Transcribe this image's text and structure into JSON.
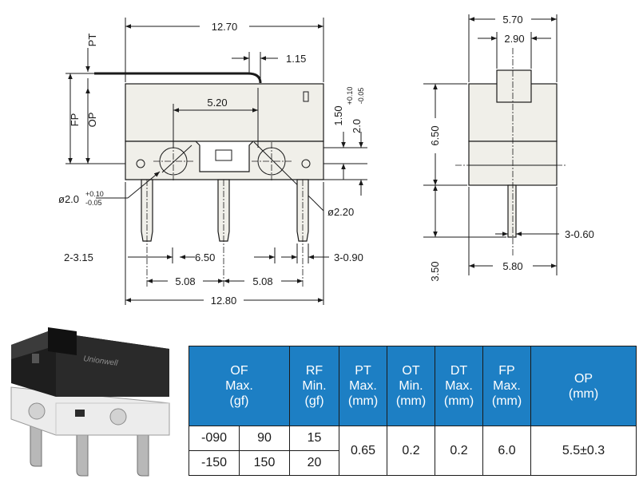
{
  "drawing": {
    "front": {
      "width_top": "12.70",
      "lever_offset": "1.15",
      "pt": "PT",
      "fp": "FP",
      "op": "OP",
      "hole_spacing": "5.20",
      "hole_height": "1.50",
      "tol_height": "2.0",
      "tol_plus": "+0.10",
      "tol_minus": "-0.05",
      "hole_dia_left": "ø2.0",
      "hole_dia_right": "ø2.20",
      "pin_pitch_label": "2-3.15",
      "pin_center": "6.50",
      "pin_width": "3-0.90",
      "pin_spacing_left": "5.08",
      "pin_spacing_right": "5.08",
      "width_bottom": "12.80"
    },
    "side": {
      "width_top": "5.70",
      "button_width": "2.90",
      "body_height": "6.50",
      "pin_thickness": "3-0.60",
      "pin_length": "3.50",
      "width_bottom": "5.80"
    }
  },
  "product": {
    "brand": "Unionwell"
  },
  "table": {
    "headers": {
      "of": [
        "OF",
        "Max.",
        "(gf)"
      ],
      "rf": [
        "RF",
        "Min.",
        "(gf)"
      ],
      "pt": [
        "PT",
        "Max.",
        "(mm)"
      ],
      "ot": [
        "OT",
        "Min.",
        "(mm)"
      ],
      "dt": [
        "DT",
        "Max.",
        "(mm)"
      ],
      "fp": [
        "FP",
        "Max.",
        "(mm)"
      ],
      "op": [
        "OP",
        "(mm)"
      ]
    },
    "rows": [
      {
        "model": "-090",
        "of": "90",
        "rf": "15"
      },
      {
        "model": "-150",
        "of": "150",
        "rf": "20"
      }
    ],
    "shared": {
      "pt": "0.65",
      "ot": "0.2",
      "dt": "0.2",
      "fp": "6.0",
      "op": "5.5±0.3"
    }
  }
}
